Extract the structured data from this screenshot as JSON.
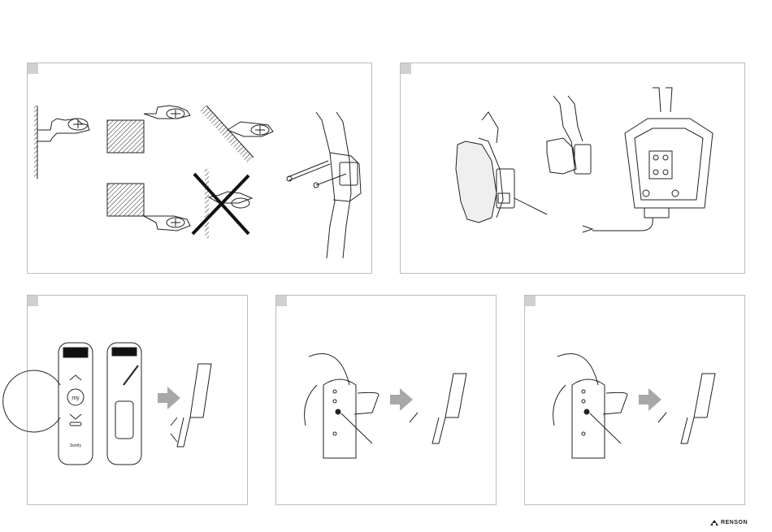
{
  "panels": [
    {
      "id": "mounting-options"
    },
    {
      "id": "wiring"
    },
    {
      "id": "remote-pairing",
      "remote_labels": {
        "my": "my",
        "brand": "Somfy"
      }
    },
    {
      "id": "motor-step-a"
    },
    {
      "id": "motor-step-b"
    }
  ],
  "footer": {
    "brand": "RENSON"
  },
  "colors": {
    "border": "#bdbdbd",
    "marker": "#d0d0d0",
    "arrow": "#a8a8a8",
    "line": "#1a1a1a"
  }
}
